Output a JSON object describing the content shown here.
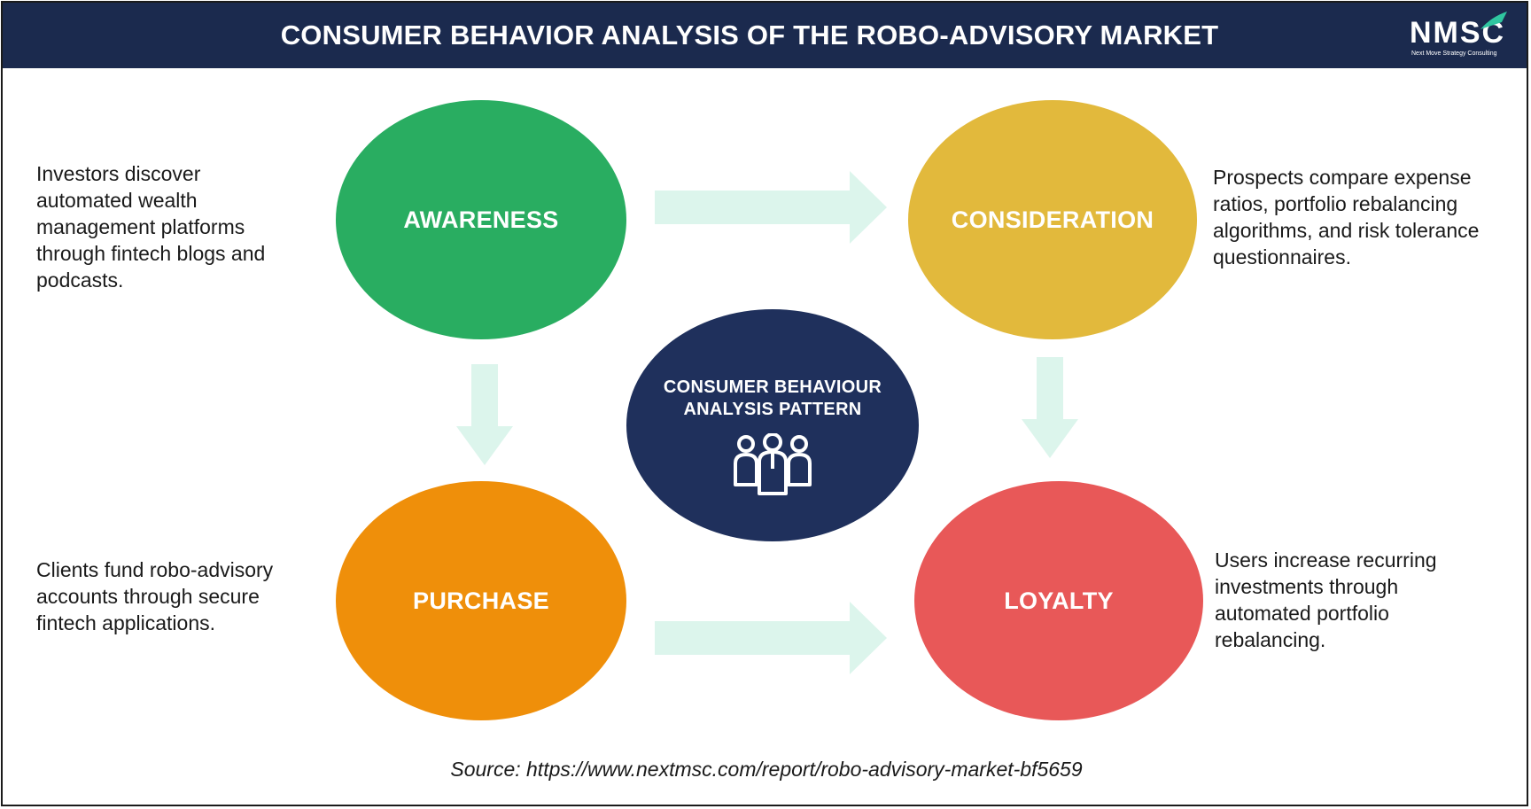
{
  "header": {
    "title": "CONSUMER BEHAVIOR ANALYSIS OF THE ROBO-ADVISORY MARKET",
    "logo_text": "NMSC",
    "logo_tagline": "Next Move Strategy Consulting"
  },
  "stages": {
    "awareness": {
      "label": "AWARENESS",
      "description": "Investors discover\nautomated wealth\nmanagement platforms\nthrough fintech blogs and\npodcasts.",
      "color": "#29ad61"
    },
    "consideration": {
      "label": "CONSIDERATION",
      "description": "Prospects compare expense\nratios, portfolio rebalancing\nalgorithms, and risk tolerance\nquestionnaires.",
      "color": "#e2b93c"
    },
    "purchase": {
      "label": "PURCHASE",
      "description": "Clients fund robo-advisory\naccounts through secure\nfintech applications.",
      "color": "#ef8f0a"
    },
    "loyalty": {
      "label": "LOYALTY",
      "description": "Users increase recurring\ninvestments through\nautomated portfolio\nrebalancing.",
      "color": "#e85858"
    }
  },
  "center": {
    "label": "CONSUMER BEHAVIOUR ANALYSIS PATTERN",
    "icon": "people-group-icon",
    "color": "#1f305c"
  },
  "colors": {
    "header_bg": "#1b2a4e",
    "arrow": "#dcf5ec"
  },
  "source": "Source: https://www.nextmsc.com/report/robo-advisory-market-bf5659"
}
